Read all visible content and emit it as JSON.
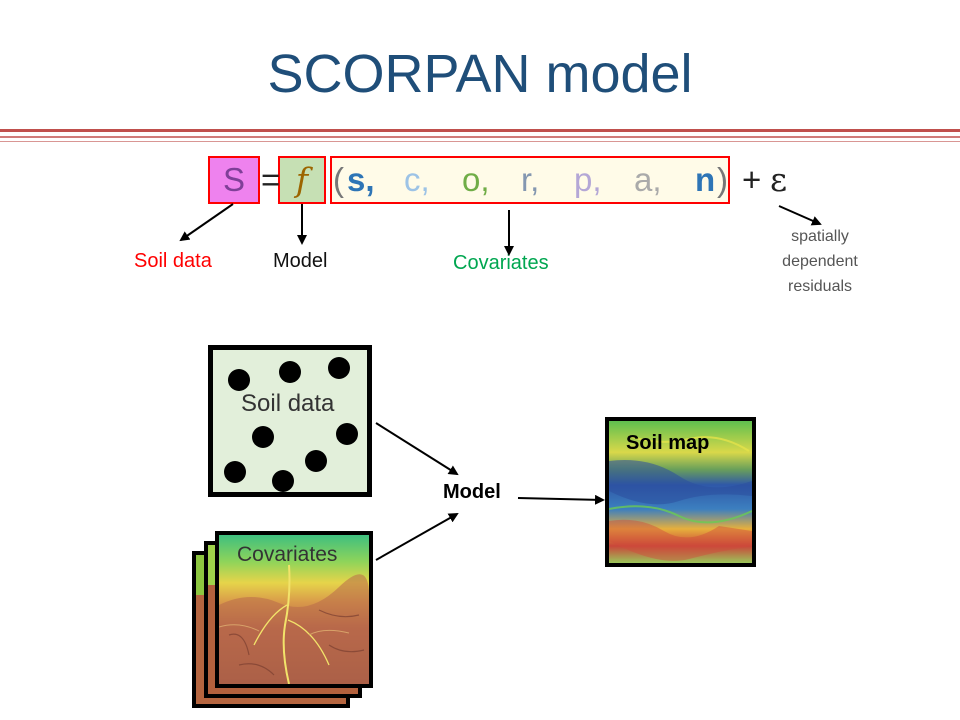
{
  "title": "SCORPAN model",
  "equation": {
    "S": "S",
    "equals": "=",
    "f": "f",
    "open": "(",
    "terms": [
      "s,",
      "c,",
      "o,",
      "r,",
      "p,",
      "a,",
      "n"
    ],
    "close": ")",
    "plus": "+",
    "epsilon": "ε"
  },
  "labels": {
    "soil_data": "Soil data",
    "model": "Model",
    "covariates": "Covariates",
    "residuals": [
      "spatially",
      "dependent",
      "residuals"
    ]
  },
  "workflow": {
    "soil_panel": "Soil data",
    "covariates_panel": "Covariates",
    "model": "Model",
    "map_panel": "Soil map"
  },
  "colors": {
    "title": "#1f4e79",
    "highlight_box": "#ff0000",
    "soil_label": "#ff0000",
    "covariates_label": "#00a650"
  }
}
